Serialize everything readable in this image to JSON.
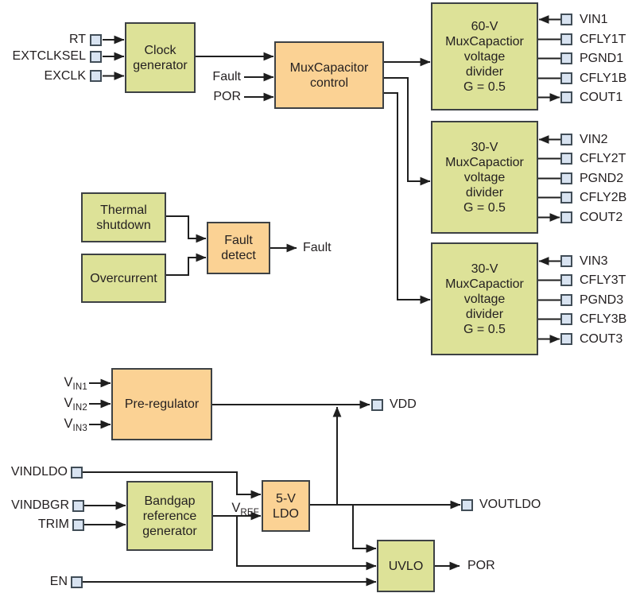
{
  "colors": {
    "block_green": "#dde298",
    "block_orange": "#fbd294",
    "pin_fill": "#d8e3f1",
    "wire": "#1f1f1f"
  },
  "blocks": {
    "clock_generator": {
      "label": "Clock\ngenerator"
    },
    "mux_control": {
      "label": "MuxCapacitor\ncontrol"
    },
    "divider1": {
      "label": "60-V\nMuxCapactior\nvoltage\ndivider\nG = 0.5"
    },
    "divider2": {
      "label": "30-V\nMuxCapactior\nvoltage\ndivider\nG = 0.5"
    },
    "divider3": {
      "label": "30-V\nMuxCapactior\nvoltage\ndivider\nG = 0.5"
    },
    "thermal_shutdown": {
      "label": "Thermal\nshutdown"
    },
    "overcurrent": {
      "label": "Overcurrent"
    },
    "fault_detect": {
      "label": "Fault\ndetect"
    },
    "pre_regulator": {
      "label": "Pre-regulator"
    },
    "bandgap": {
      "label": "Bandgap\nreference\ngenerator"
    },
    "ldo": {
      "label": "5-V\nLDO"
    },
    "uvlo": {
      "label": "UVLO"
    }
  },
  "pins_left": {
    "rt": "RT",
    "extclksel": "EXTCLKSEL",
    "exclk": "EXCLK",
    "vindldo": "VINDLDO",
    "vindbgr": "VINDBGR",
    "trim": "TRIM",
    "en": "EN"
  },
  "pins_right": {
    "vdd": "VDD",
    "voutldo": "VOUTLDO"
  },
  "divider_pins": {
    "d1": [
      "VIN1",
      "CFLY1T",
      "PGND1",
      "CFLY1B",
      "COUT1"
    ],
    "d2": [
      "VIN2",
      "CFLY2T",
      "PGND2",
      "CFLY2B",
      "COUT2"
    ],
    "d3": [
      "VIN3",
      "CFLY3T",
      "PGND3",
      "CFLY3B",
      "COUT3"
    ]
  },
  "signals": {
    "fault_in": "Fault",
    "por_in": "POR",
    "fault_out": "Fault",
    "por_out": "POR",
    "vin1": {
      "base": "V",
      "sub": "IN1"
    },
    "vin2": {
      "base": "V",
      "sub": "IN2"
    },
    "vin3": {
      "base": "V",
      "sub": "IN3"
    },
    "vref": {
      "base": "V",
      "sub": "REF"
    }
  }
}
